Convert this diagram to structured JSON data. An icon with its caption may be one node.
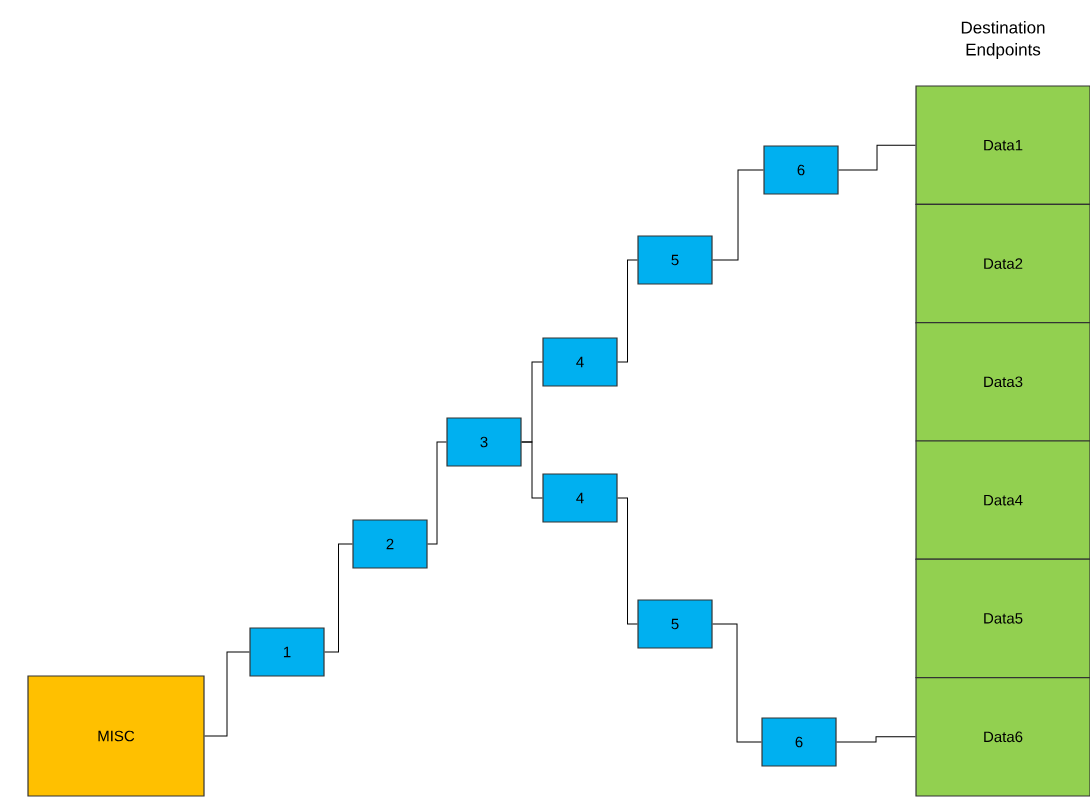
{
  "diagram": {
    "nodes": [
      {
        "text": [
          "MISC"
        ]
      },
      {
        "text": [
          "1"
        ]
      },
      {
        "text": [
          "2"
        ]
      },
      {
        "text": [
          "3"
        ]
      },
      {
        "text": [
          "4"
        ]
      },
      {
        "text": [
          "4"
        ]
      },
      {
        "text": [
          "5"
        ]
      },
      {
        "text": [
          "5"
        ]
      },
      {
        "text": [
          "6"
        ]
      },
      {
        "text": [
          "6"
        ]
      },
      {
        "text": [
          "Data1"
        ]
      },
      {
        "text": [
          "Data2"
        ]
      },
      {
        "text": [
          "Data3"
        ]
      },
      {
        "text": [
          "Data4"
        ]
      },
      {
        "text": [
          "Data5"
        ]
      },
      {
        "text": [
          "Data6"
        ]
      }
    ],
    "edges": [
      {
        "from": 0,
        "to": 1,
        "arrow": "none"
      },
      {
        "from": 1,
        "to": 2,
        "arrow": "none"
      },
      {
        "from": 2,
        "to": 3,
        "arrow": "none"
      },
      {
        "from": 3,
        "to": 4,
        "arrow": "none"
      },
      {
        "from": 3,
        "to": 5,
        "arrow": "none"
      },
      {
        "from": 4,
        "to": 6,
        "arrow": "none"
      },
      {
        "from": 5,
        "to": 7,
        "arrow": "none"
      },
      {
        "from": 6,
        "to": 8,
        "arrow": "none"
      },
      {
        "from": 7,
        "to": 9,
        "arrow": "none"
      },
      {
        "from": 8,
        "to": 10,
        "arrow": "none"
      },
      {
        "from": 9,
        "to": 15,
        "arrow": "none"
      }
    ],
    "labels": [
      "Destination Endpoints"
    ]
  }
}
